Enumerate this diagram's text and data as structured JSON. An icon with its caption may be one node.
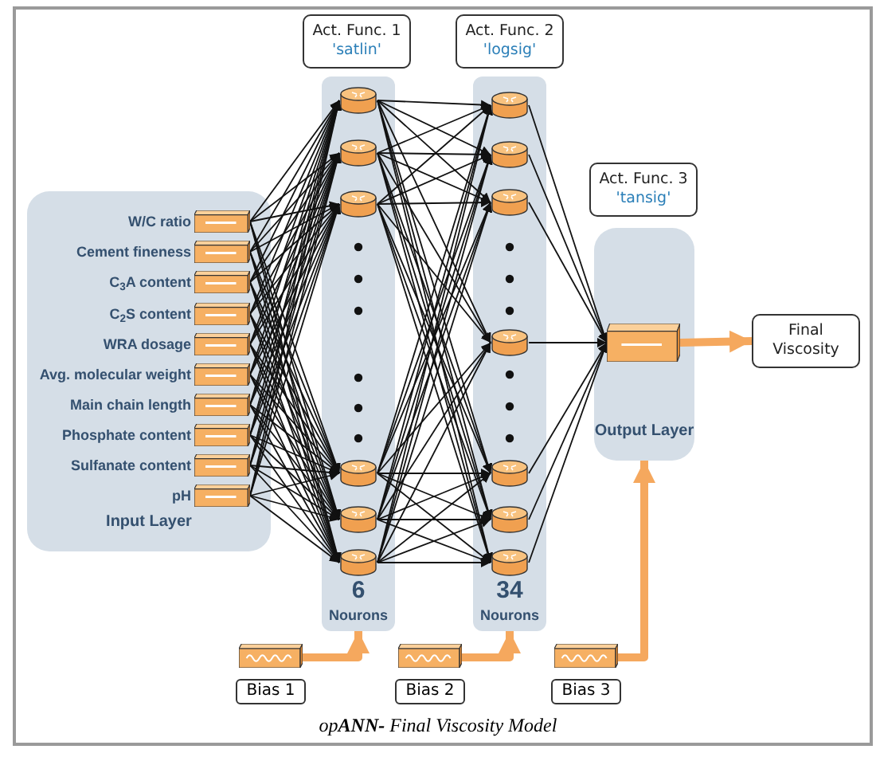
{
  "diagram": {
    "caption": "op**ANN-** Final Viscosity Model",
    "nodes": [
      {
        "text": [
          "Act. Func. 1",
          "'satlin'"
        ]
      },
      {
        "text": [
          "Act. Func. 2",
          "'logsig'"
        ]
      },
      {
        "text": [
          "Input Layer"
        ]
      },
      {
        "text": [],
        "shape": "box",
        "beside": [
          "W/C ratio"
        ],
        "in": 2
      },
      {
        "text": [],
        "shape": "box",
        "beside": [
          "Cement fineness"
        ],
        "in": 2
      },
      {
        "text": [],
        "shape": "box",
        "beside": [
          "C$_{3}$A content"
        ],
        "in": 2
      },
      {
        "text": [],
        "shape": "box",
        "beside": [
          "C$_{2}$S content"
        ],
        "in": 2
      },
      {
        "text": [],
        "shape": "box",
        "beside": [
          "WRA dosage"
        ],
        "in": 2
      },
      {
        "text": [],
        "shape": "box",
        "beside": [
          "Avg. molecular weight"
        ],
        "in": 2
      },
      {
        "text": [],
        "shape": "box",
        "beside": [
          "Main chain length"
        ],
        "in": 2
      },
      {
        "text": [],
        "shape": "box",
        "beside": [
          "Phosphate content"
        ],
        "in": 2
      },
      {
        "text": [],
        "shape": "box",
        "beside": [
          "Sulfanate content"
        ],
        "in": 2
      },
      {
        "text": [],
        "shape": "box",
        "beside": [
          "pH"
        ],
        "in": 2
      },
      {
        "text": [
          "6",
          "Nourons"
        ]
      },
      {
        "text": [],
        "shape": "cylinder",
        "in": 13
      },
      {
        "text": [],
        "shape": "cylinder",
        "in": 13
      },
      {
        "text": [],
        "shape": "cylinder",
        "in": 13
      },
      {
        "text": [],
        "shape": "cylinder",
        "in": 13
      },
      {
        "text": [],
        "shape": "cylinder",
        "in": 13
      },
      {
        "text": [],
        "shape": "cylinder",
        "in": 13
      },
      {
        "text": [
          "34",
          "Nourons"
        ]
      },
      {
        "text": [],
        "shape": "cylinder",
        "in": 20
      },
      {
        "text": [],
        "shape": "cylinder",
        "in": 20
      },
      {
        "text": [],
        "shape": "cylinder",
        "in": 20
      },
      {
        "text": [],
        "shape": "cylinder",
        "in": 20
      },
      {
        "text": [],
        "shape": "cylinder",
        "in": 20
      },
      {
        "text": [],
        "shape": "cylinder",
        "in": 20
      },
      {
        "text": [],
        "shape": "cylinder",
        "in": 20
      },
      {
        "text": [
          "Act. Func. 3",
          "'tansig'"
        ]
      },
      {
        "text": [
          "Output Layer"
        ]
      },
      {
        "text": [],
        "shape": "box",
        "in": 29
      },
      {
        "text": [
          "Final Viscosity"
        ]
      },
      {
        "text": [],
        "shape": "box",
        "beside": [
          "Bias 1"
        ]
      },
      {
        "text": [],
        "shape": "box",
        "beside": [
          "Bias 2"
        ]
      },
      {
        "text": [],
        "shape": "box",
        "beside": [
          "Bias 3"
        ]
      }
    ],
    "edges": [
      {
        "from": 3,
        "to": 14,
        "arrow": "to"
      },
      {
        "from": 3,
        "to": 15,
        "arrow": "to"
      },
      {
        "from": 3,
        "to": 16,
        "arrow": "to"
      },
      {
        "from": 3,
        "to": 17,
        "arrow": "to"
      },
      {
        "from": 3,
        "to": 18,
        "arrow": "to"
      },
      {
        "from": 3,
        "to": 19,
        "arrow": "to"
      },
      {
        "from": 4,
        "to": 14,
        "arrow": "to"
      },
      {
        "from": 4,
        "to": 15,
        "arrow": "to"
      },
      {
        "from": 4,
        "to": 16,
        "arrow": "to"
      },
      {
        "from": 4,
        "to": 17,
        "arrow": "to"
      },
      {
        "from": 4,
        "to": 18,
        "arrow": "to"
      },
      {
        "from": 4,
        "to": 19,
        "arrow": "to"
      },
      {
        "from": 5,
        "to": 14,
        "arrow": "to"
      },
      {
        "from": 5,
        "to": 15,
        "arrow": "to"
      },
      {
        "from": 5,
        "to": 16,
        "arrow": "to"
      },
      {
        "from": 5,
        "to": 17,
        "arrow": "to"
      },
      {
        "from": 5,
        "to": 18,
        "arrow": "to"
      },
      {
        "from": 5,
        "to": 19,
        "arrow": "to"
      },
      {
        "from": 6,
        "to": 14,
        "arrow": "to"
      },
      {
        "from": 6,
        "to": 15,
        "arrow": "to"
      },
      {
        "from": 6,
        "to": 16,
        "arrow": "to"
      },
      {
        "from": 6,
        "to": 17,
        "arrow": "to"
      },
      {
        "from": 6,
        "to": 18,
        "arrow": "to"
      },
      {
        "from": 6,
        "to": 19,
        "arrow": "to"
      },
      {
        "from": 7,
        "to": 14,
        "arrow": "to"
      },
      {
        "from": 7,
        "to": 15,
        "arrow": "to"
      },
      {
        "from": 7,
        "to": 16,
        "arrow": "to"
      },
      {
        "from": 7,
        "to": 17,
        "arrow": "to"
      },
      {
        "from": 7,
        "to": 18,
        "arrow": "to"
      },
      {
        "from": 7,
        "to": 19,
        "arrow": "to"
      },
      {
        "from": 8,
        "to": 14,
        "arrow": "to"
      },
      {
        "from": 8,
        "to": 15,
        "arrow": "to"
      },
      {
        "from": 8,
        "to": 16,
        "arrow": "to"
      },
      {
        "from": 8,
        "to": 17,
        "arrow": "to"
      },
      {
        "from": 8,
        "to": 18,
        "arrow": "to"
      },
      {
        "from": 8,
        "to": 19,
        "arrow": "to"
      },
      {
        "from": 9,
        "to": 14,
        "arrow": "to"
      },
      {
        "from": 9,
        "to": 15,
        "arrow": "to"
      },
      {
        "from": 9,
        "to": 16,
        "arrow": "to"
      },
      {
        "from": 9,
        "to": 17,
        "arrow": "to"
      },
      {
        "from": 9,
        "to": 18,
        "arrow": "to"
      },
      {
        "from": 9,
        "to": 19,
        "arrow": "to"
      },
      {
        "from": 10,
        "to": 14,
        "arrow": "to"
      },
      {
        "from": 10,
        "to": 15,
        "arrow": "to"
      },
      {
        "from": 10,
        "to": 16,
        "arrow": "to"
      },
      {
        "from": 10,
        "to": 17,
        "arrow": "to"
      },
      {
        "from": 10,
        "to": 18,
        "arrow": "to"
      },
      {
        "from": 10,
        "to": 19,
        "arrow": "to"
      },
      {
        "from": 11,
        "to": 14,
        "arrow": "to"
      },
      {
        "from": 11,
        "to": 15,
        "arrow": "to"
      },
      {
        "from": 11,
        "to": 16,
        "arrow": "to"
      },
      {
        "from": 11,
        "to": 17,
        "arrow": "to"
      },
      {
        "from": 11,
        "to": 18,
        "arrow": "to"
      },
      {
        "from": 11,
        "to": 19,
        "arrow": "to"
      },
      {
        "from": 12,
        "to": 14,
        "arrow": "to"
      },
      {
        "from": 12,
        "to": 15,
        "arrow": "to"
      },
      {
        "from": 12,
        "to": 16,
        "arrow": "to"
      },
      {
        "from": 12,
        "to": 17,
        "arrow": "to"
      },
      {
        "from": 12,
        "to": 18,
        "arrow": "to"
      },
      {
        "from": 12,
        "to": 19,
        "arrow": "to"
      },
      {
        "from": 14,
        "to": 21,
        "arrow": "to"
      },
      {
        "from": 14,
        "to": 22,
        "arrow": "to"
      },
      {
        "from": 14,
        "to": 23,
        "arrow": "to"
      },
      {
        "from": 14,
        "to": 24,
        "arrow": "to"
      },
      {
        "from": 14,
        "to": 25,
        "arrow": "to"
      },
      {
        "from": 14,
        "to": 26,
        "arrow": "to"
      },
      {
        "from": 14,
        "to": 27,
        "arrow": "to"
      },
      {
        "from": 15,
        "to": 21,
        "arrow": "to"
      },
      {
        "from": 15,
        "to": 22,
        "arrow": "to"
      },
      {
        "from": 15,
        "to": 23,
        "arrow": "to"
      },
      {
        "from": 15,
        "to": 24,
        "arrow": "to"
      },
      {
        "from": 15,
        "to": 25,
        "arrow": "to"
      },
      {
        "from": 15,
        "to": 26,
        "arrow": "to"
      },
      {
        "from": 15,
        "to": 27,
        "arrow": "to"
      },
      {
        "from": 16,
        "to": 21,
        "arrow": "to"
      },
      {
        "from": 16,
        "to": 22,
        "arrow": "to"
      },
      {
        "from": 16,
        "to": 23,
        "arrow": "to"
      },
      {
        "from": 16,
        "to": 24,
        "arrow": "to"
      },
      {
        "from": 16,
        "to": 25,
        "arrow": "to"
      },
      {
        "from": 16,
        "to": 26,
        "arrow": "to"
      },
      {
        "from": 16,
        "to": 27,
        "arrow": "to"
      },
      {
        "from": 17,
        "to": 21,
        "arrow": "to"
      },
      {
        "from": 17,
        "to": 22,
        "arrow": "to"
      },
      {
        "from": 17,
        "to": 23,
        "arrow": "to"
      },
      {
        "from": 17,
        "to": 24,
        "arrow": "to"
      },
      {
        "from": 17,
        "to": 25,
        "arrow": "to"
      },
      {
        "from": 17,
        "to": 26,
        "arrow": "to"
      },
      {
        "from": 17,
        "to": 27,
        "arrow": "to"
      },
      {
        "from": 18,
        "to": 21,
        "arrow": "to"
      },
      {
        "from": 18,
        "to": 22,
        "arrow": "to"
      },
      {
        "from": 18,
        "to": 23,
        "arrow": "to"
      },
      {
        "from": 18,
        "to": 24,
        "arrow": "to"
      },
      {
        "from": 18,
        "to": 25,
        "arrow": "to"
      },
      {
        "from": 18,
        "to": 26,
        "arrow": "to"
      },
      {
        "from": 18,
        "to": 27,
        "arrow": "to"
      },
      {
        "from": 19,
        "to": 21,
        "arrow": "to"
      },
      {
        "from": 19,
        "to": 22,
        "arrow": "to"
      },
      {
        "from": 19,
        "to": 23,
        "arrow": "to"
      },
      {
        "from": 19,
        "to": 24,
        "arrow": "to"
      },
      {
        "from": 19,
        "to": 25,
        "arrow": "to"
      },
      {
        "from": 19,
        "to": 26,
        "arrow": "to"
      },
      {
        "from": 19,
        "to": 27,
        "arrow": "to"
      },
      {
        "from": 21,
        "to": 30,
        "arrow": "to"
      },
      {
        "from": 22,
        "to": 30,
        "arrow": "to"
      },
      {
        "from": 23,
        "to": 30,
        "arrow": "to"
      },
      {
        "from": 24,
        "to": 30,
        "arrow": "to"
      },
      {
        "from": 25,
        "to": 30,
        "arrow": "to"
      },
      {
        "from": 26,
        "to": 30,
        "arrow": "to"
      },
      {
        "from": 27,
        "to": 30,
        "arrow": "to"
      },
      {
        "from": 30,
        "to": 31,
        "arrow": "to",
        "style": "thick",
        "color": "#f5a85e"
      },
      {
        "from": 32,
        "to": 13,
        "arrow": "to",
        "style": "thick",
        "color": "#f5a85e"
      },
      {
        "from": 33,
        "to": 20,
        "arrow": "to",
        "style": "thick",
        "color": "#f5a85e"
      },
      {
        "from": 34,
        "to": 29,
        "arrow": "to",
        "style": "thick",
        "color": "#f5a85e"
      }
    ]
  }
}
